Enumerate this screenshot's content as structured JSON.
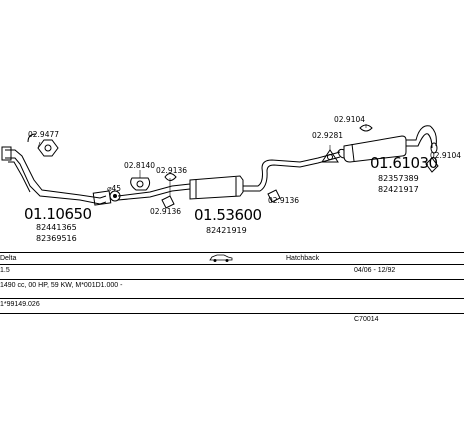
{
  "parts": {
    "p1": {
      "number": "01.10650",
      "refs": [
        "82441365",
        "82369516"
      ]
    },
    "p2": {
      "number": "01.53600",
      "refs": [
        "82421919"
      ]
    },
    "p3": {
      "number": "01.61030",
      "refs": [
        "82357389",
        "82421917"
      ]
    }
  },
  "hangers": {
    "h1": "02.9477",
    "h2": "02.8140",
    "h3": "02.9136",
    "h4": "02.9136",
    "h5": "02.9136",
    "h6": "02.9281",
    "h7": "02.9104",
    "h8": "02.9104"
  },
  "diameter_label": "⌀45",
  "info": {
    "model": "Delta",
    "body_type": "Hatchback",
    "engine": "1.5",
    "years": "04/06 - 12/92",
    "spec": "1490 cc, 00 HP, 59 KW, M*001D1.000 -",
    "code": "1*99149.026",
    "ref": "C70014"
  },
  "icons": {
    "car": "car-icon"
  }
}
